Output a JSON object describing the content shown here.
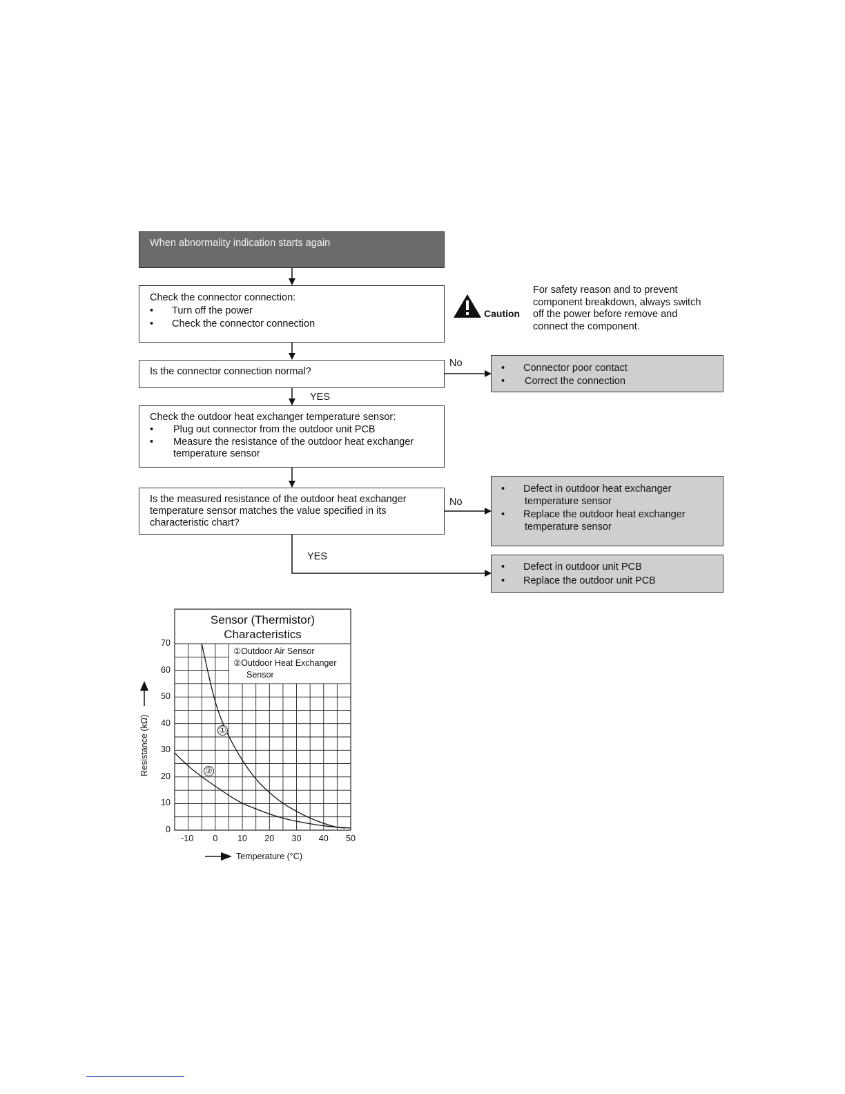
{
  "flow": {
    "start": "When abnormality indication starts again",
    "check_connector": {
      "title": "Check the connector connection:",
      "items": [
        "Turn off the power",
        "Check the connector connection"
      ]
    },
    "q_connector": "Is the connector connection normal?",
    "no_label_1": "No",
    "yes_label_1": "YES",
    "result_connector": [
      "Connector poor contact",
      "Correct the connection"
    ],
    "check_sensor": {
      "title": "Check the outdoor heat exchanger temperature sensor:",
      "items": [
        "Plug out connector from the outdoor unit PCB",
        "Measure the resistance of the outdoor heat exchanger",
        "temperature sensor"
      ]
    },
    "q_resistance": [
      "Is the measured resistance of the outdoor heat exchanger",
      "temperature sensor matches the value specified in its",
      "characteristic chart?"
    ],
    "no_label_2": "No",
    "yes_label_2": "YES",
    "result_sensor": [
      "Defect in outdoor heat exchanger",
      "temperature sensor",
      "Replace the outdoor heat exchanger",
      "temperature sensor"
    ],
    "result_pcb": [
      "Defect in outdoor unit PCB",
      "Replace the outdoor unit PCB"
    ]
  },
  "caution": {
    "label": "Caution",
    "lines": [
      "For safety reason and to prevent",
      "component breakdown, always switch",
      "off the power before remove and",
      "connect the component."
    ]
  },
  "chart_data": {
    "type": "line",
    "title": [
      "Sensor (Thermistor)",
      "Characteristics"
    ],
    "xlabel": "Temperature (°C)",
    "ylabel": "Resistance (kΩ)",
    "xlim": [
      -15,
      50
    ],
    "ylim": [
      0,
      70
    ],
    "x_ticks": [
      "-10",
      "0",
      "10",
      "20",
      "30",
      "40",
      "50"
    ],
    "y_ticks": [
      "0",
      "10",
      "20",
      "30",
      "40",
      "50",
      "60",
      "70"
    ],
    "grid": true,
    "legend": [
      "①Outdoor Air Sensor",
      "②Outdoor Heat Exchanger",
      "Sensor"
    ],
    "curve_marks": [
      "①",
      "②"
    ],
    "series": [
      {
        "name": "Outdoor Air Sensor",
        "x": [
          -5,
          -2,
          0,
          2,
          5,
          10,
          15,
          20,
          25,
          30,
          35,
          40,
          45,
          48
        ],
        "y": [
          70,
          56,
          48,
          42,
          35,
          26,
          19,
          14,
          10,
          7,
          4.5,
          2.5,
          1,
          0.8
        ]
      },
      {
        "name": "Outdoor Heat Exchanger Sensor",
        "x": [
          -15,
          -10,
          -5,
          0,
          5,
          10,
          15,
          20,
          25,
          30,
          35,
          40,
          45,
          50
        ],
        "y": [
          29,
          24,
          20,
          16.5,
          13,
          10,
          8,
          6,
          4.5,
          3.3,
          2.4,
          1.6,
          1.1,
          0.8
        ]
      }
    ]
  }
}
